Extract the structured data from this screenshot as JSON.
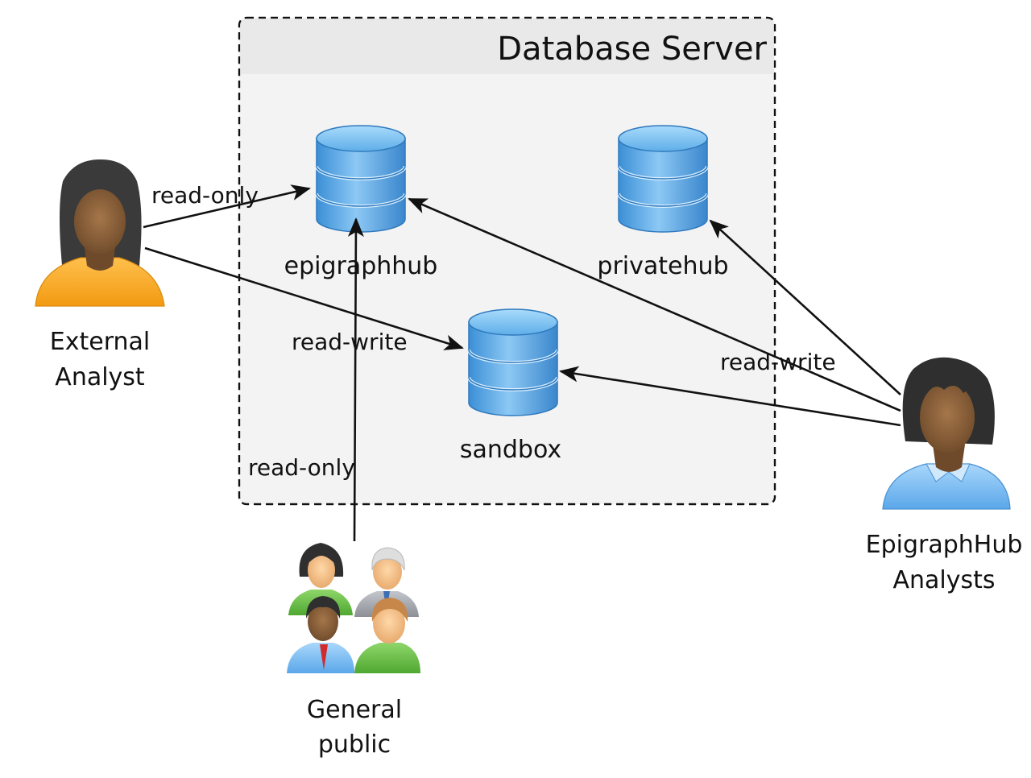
{
  "server": {
    "title": "Database Server"
  },
  "databases": {
    "epigraphhub": "epigraphhub",
    "privatehub": "privatehub",
    "sandbox": "sandbox"
  },
  "actors": {
    "external_analyst": {
      "line1": "External",
      "line2": "Analyst"
    },
    "epigraphhub_analysts": {
      "line1": "EpigraphHub",
      "line2": "Analysts"
    },
    "general_public": {
      "line1": "General",
      "line2": "public"
    }
  },
  "edges": {
    "external_to_epigraphhub": "read-only",
    "external_to_sandbox": "read-write",
    "public_to_epigraphhub": "read-only",
    "analysts_access": "read-write"
  },
  "colors": {
    "server_fill": "#f3f3f3",
    "server_header": "#ececec",
    "db_blue": "#5aa9e6",
    "edge": "#111111"
  }
}
